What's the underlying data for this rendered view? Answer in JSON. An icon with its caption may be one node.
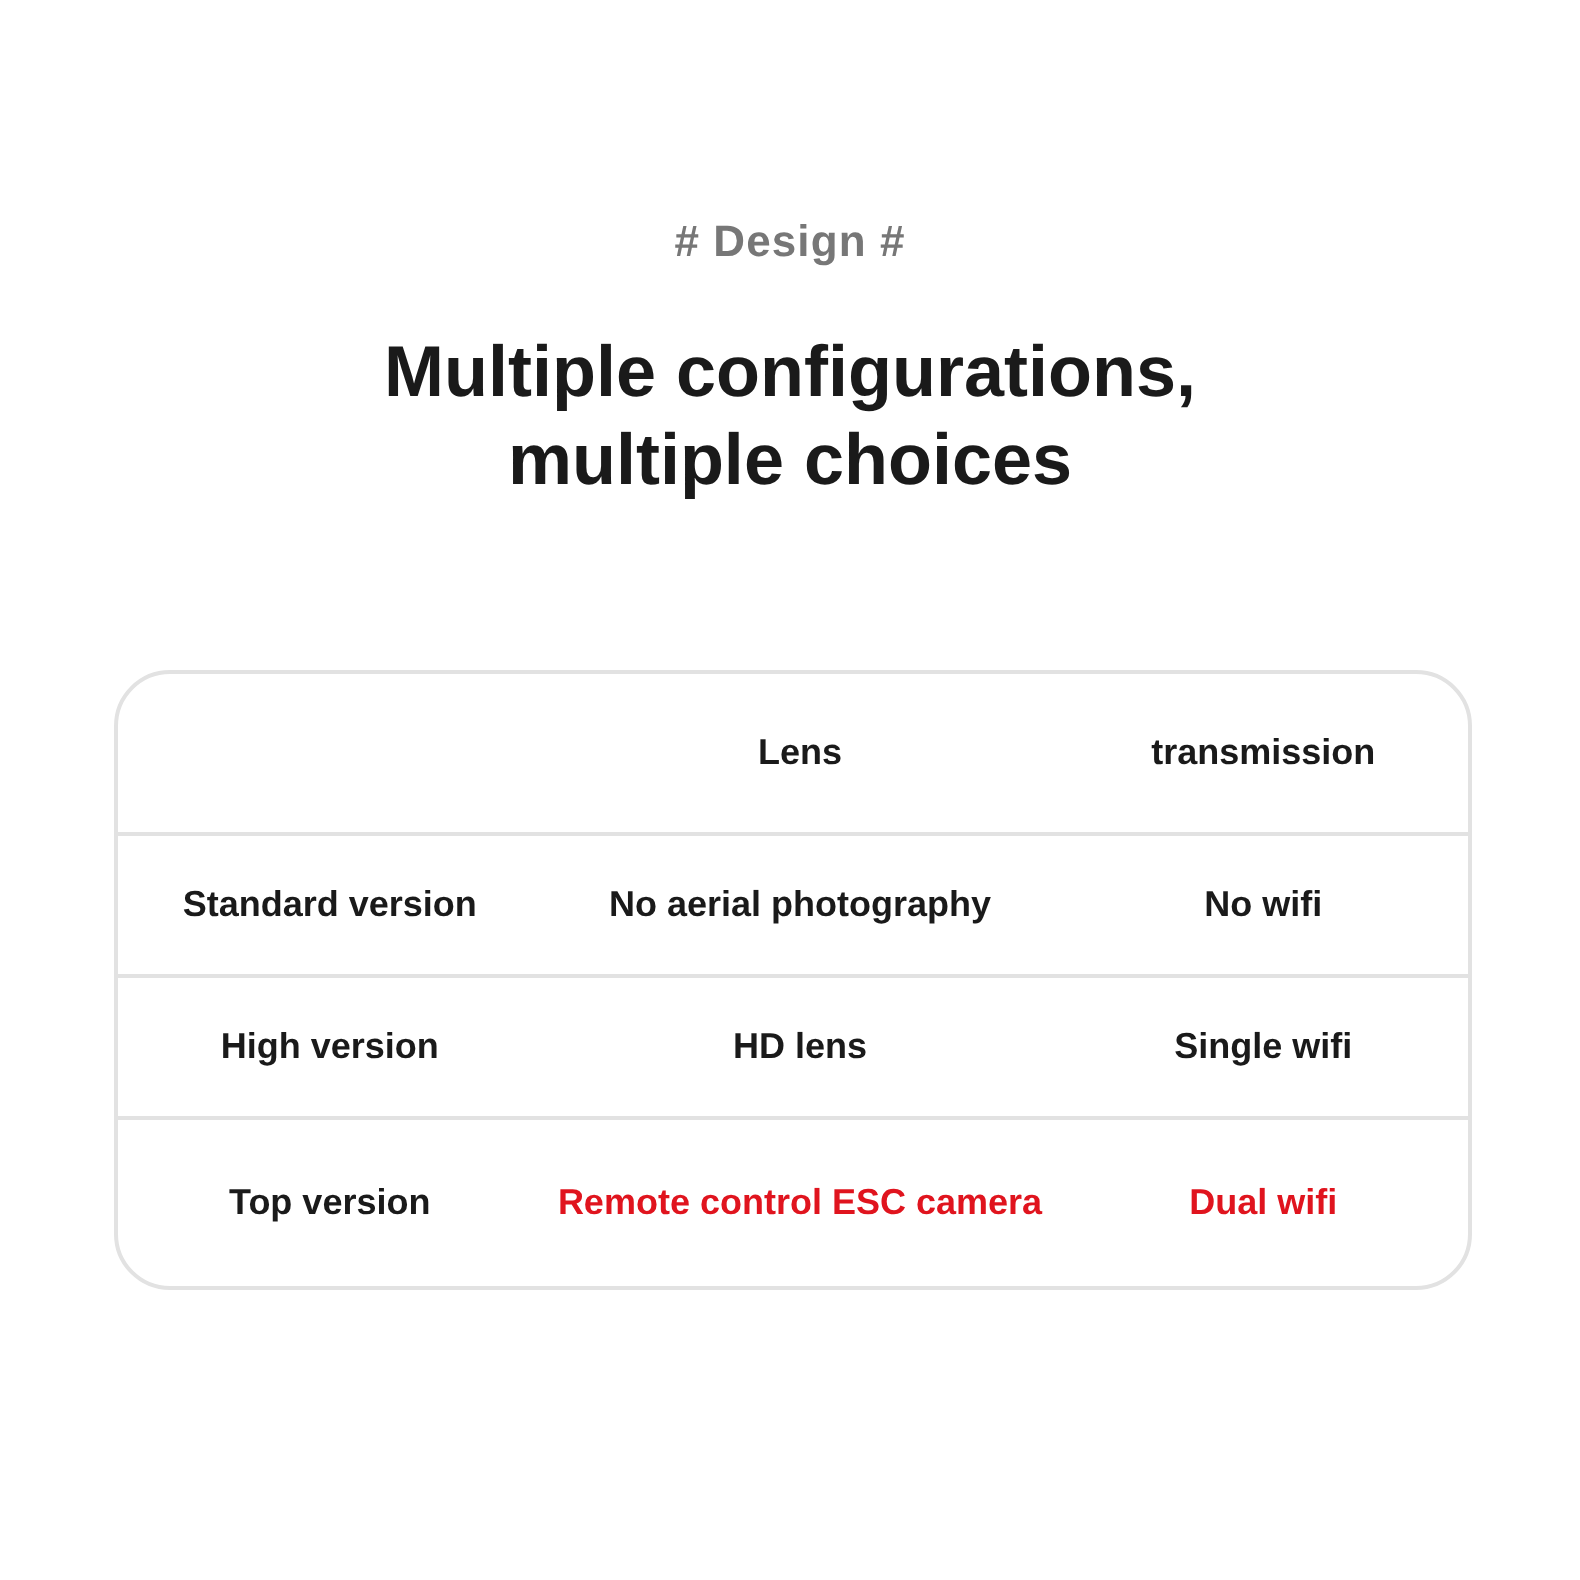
{
  "diagram": {
    "title": "Multiple configurations, multiple choices",
    "labels": [
      "# Design #",
      "Lens",
      "transmission",
      "Standard version",
      "No aerial photography",
      "No wifi",
      "High version",
      "HD lens",
      "Single wifi",
      "Top version",
      "Remote control ESC camera",
      "Dual wifi"
    ]
  }
}
